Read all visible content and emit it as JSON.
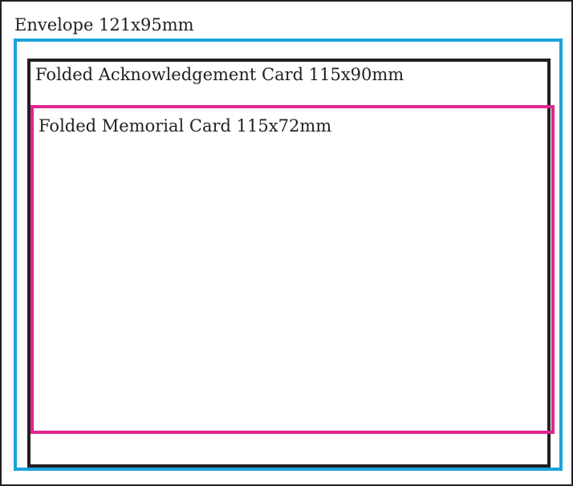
{
  "envelope": {
    "label": "Envelope 121x95mm",
    "color": "#1aa3d9"
  },
  "acknowledgement_card": {
    "label": "Folded Acknowledgement Card 115x90mm",
    "color": "#231f20"
  },
  "memorial_card": {
    "label": "Folded Memorial Card 115x72mm",
    "color": "#e0258f"
  }
}
